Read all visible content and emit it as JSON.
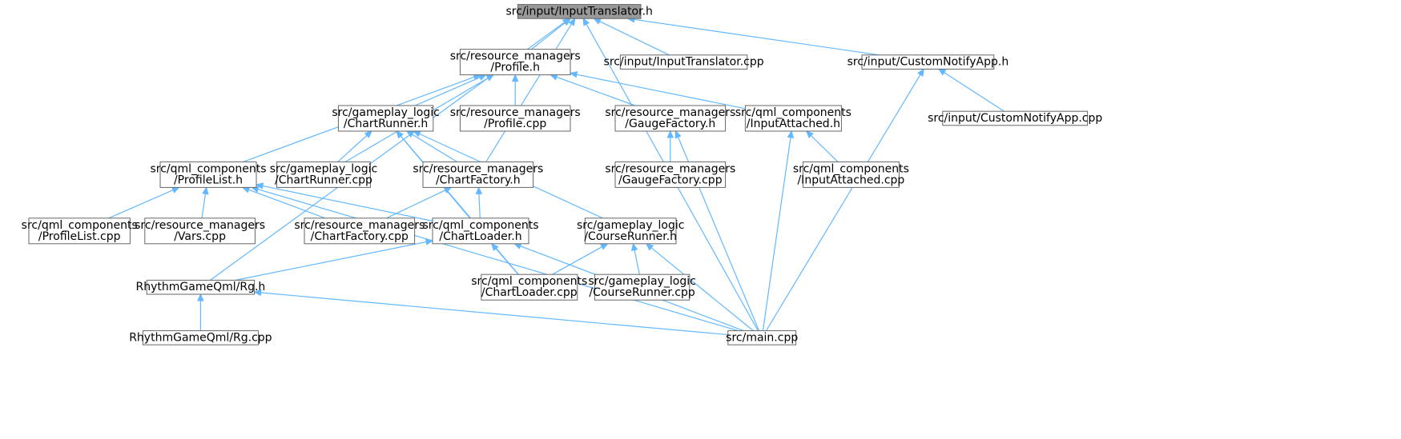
{
  "nodes": [
    {
      "id": "translator_h",
      "lines": [
        "src/input/InputTranslator.h"
      ],
      "root": true
    },
    {
      "id": "profile_h",
      "lines": [
        "src/resource_managers",
        "/Profile.h"
      ]
    },
    {
      "id": "translator_cpp",
      "lines": [
        "src/input/InputTranslator.cpp"
      ]
    },
    {
      "id": "notify_h",
      "lines": [
        "src/input/CustomNotifyApp.h"
      ]
    },
    {
      "id": "notify_cpp",
      "lines": [
        "src/input/CustomNotifyApp.cpp"
      ]
    },
    {
      "id": "chartrunner_h",
      "lines": [
        "src/gameplay_logic",
        "/ChartRunner.h"
      ]
    },
    {
      "id": "profile_cpp",
      "lines": [
        "src/resource_managers",
        "/Profile.cpp"
      ]
    },
    {
      "id": "gauge_h",
      "lines": [
        "src/resource_managers",
        "/GaugeFactory.h"
      ]
    },
    {
      "id": "inputattached_h",
      "lines": [
        "src/qml_components",
        "/InputAttached.h"
      ]
    },
    {
      "id": "profilelist_h",
      "lines": [
        "src/qml_components",
        "/ProfileList.h"
      ]
    },
    {
      "id": "chartrunner_cpp",
      "lines": [
        "src/gameplay_logic",
        "/ChartRunner.cpp"
      ]
    },
    {
      "id": "chartfactory_h",
      "lines": [
        "src/resource_managers",
        "/ChartFactory.h"
      ]
    },
    {
      "id": "gauge_cpp",
      "lines": [
        "src/resource_managers",
        "/GaugeFactory.cpp"
      ]
    },
    {
      "id": "inputattached_cpp",
      "lines": [
        "src/qml_components",
        "/InputAttached.cpp"
      ]
    },
    {
      "id": "profilelist_cpp",
      "lines": [
        "src/qml_components",
        "/ProfileList.cpp"
      ]
    },
    {
      "id": "vars_cpp",
      "lines": [
        "src/resource_managers",
        "/Vars.cpp"
      ]
    },
    {
      "id": "chartfactory_cpp",
      "lines": [
        "src/resource_managers",
        "/ChartFactory.cpp"
      ]
    },
    {
      "id": "chartloader_h",
      "lines": [
        "src/qml_components",
        "/ChartLoader.h"
      ]
    },
    {
      "id": "courserunner_h",
      "lines": [
        "src/gameplay_logic",
        "/CourseRunner.h"
      ]
    },
    {
      "id": "rg_h",
      "lines": [
        "RhythmGameQml/Rg.h"
      ]
    },
    {
      "id": "chartloader_cpp",
      "lines": [
        "src/qml_components",
        "/ChartLoader.cpp"
      ]
    },
    {
      "id": "courserunner_cpp",
      "lines": [
        "src/gameplay_logic",
        "/CourseRunner.cpp"
      ]
    },
    {
      "id": "rg_cpp",
      "lines": [
        "RhythmGameQml/Rg.cpp"
      ]
    },
    {
      "id": "main_cpp",
      "lines": [
        "src/main.cpp"
      ]
    }
  ],
  "edges": [
    {
      "from": "translator_h",
      "to": "profile_h"
    },
    {
      "from": "translator_h",
      "to": "translator_cpp"
    },
    {
      "from": "translator_h",
      "to": "notify_h"
    },
    {
      "from": "translator_h",
      "to": "chartfactory_h"
    },
    {
      "from": "translator_h",
      "to": "rg_h"
    },
    {
      "from": "translator_h",
      "to": "main_cpp"
    },
    {
      "from": "profile_h",
      "to": "chartrunner_h"
    },
    {
      "from": "profile_h",
      "to": "profile_cpp"
    },
    {
      "from": "profile_h",
      "to": "gauge_h"
    },
    {
      "from": "profile_h",
      "to": "inputattached_h"
    },
    {
      "from": "profile_h",
      "to": "profilelist_h"
    },
    {
      "from": "profile_h",
      "to": "chartrunner_cpp"
    },
    {
      "from": "notify_h",
      "to": "notify_cpp"
    },
    {
      "from": "notify_h",
      "to": "main_cpp"
    },
    {
      "from": "chartrunner_h",
      "to": "chartrunner_cpp"
    },
    {
      "from": "chartrunner_h",
      "to": "chartfactory_h"
    },
    {
      "from": "chartrunner_h",
      "to": "chartloader_h"
    },
    {
      "from": "chartrunner_h",
      "to": "courserunner_h"
    },
    {
      "from": "chartrunner_h",
      "to": "chartloader_cpp"
    },
    {
      "from": "gauge_h",
      "to": "gauge_cpp"
    },
    {
      "from": "gauge_h",
      "to": "main_cpp"
    },
    {
      "from": "inputattached_h",
      "to": "inputattached_cpp"
    },
    {
      "from": "inputattached_h",
      "to": "main_cpp"
    },
    {
      "from": "profilelist_h",
      "to": "profilelist_cpp"
    },
    {
      "from": "profilelist_h",
      "to": "vars_cpp"
    },
    {
      "from": "profilelist_h",
      "to": "chartfactory_cpp"
    },
    {
      "from": "profilelist_h",
      "to": "chartloader_h"
    },
    {
      "from": "profilelist_h",
      "to": "main_cpp"
    },
    {
      "from": "chartfactory_h",
      "to": "chartfactory_cpp"
    },
    {
      "from": "chartfactory_h",
      "to": "chartloader_h"
    },
    {
      "from": "chartloader_h",
      "to": "rg_h"
    },
    {
      "from": "chartloader_h",
      "to": "chartloader_cpp"
    },
    {
      "from": "chartloader_h",
      "to": "main_cpp"
    },
    {
      "from": "courserunner_h",
      "to": "chartloader_cpp"
    },
    {
      "from": "courserunner_h",
      "to": "courserunner_cpp"
    },
    {
      "from": "courserunner_h",
      "to": "main_cpp"
    },
    {
      "from": "rg_h",
      "to": "rg_cpp"
    },
    {
      "from": "rg_h",
      "to": "main_cpp"
    }
  ],
  "colors": {
    "edge": "#63b8ff",
    "node_border": "#666666",
    "root_fill": "#999999"
  }
}
